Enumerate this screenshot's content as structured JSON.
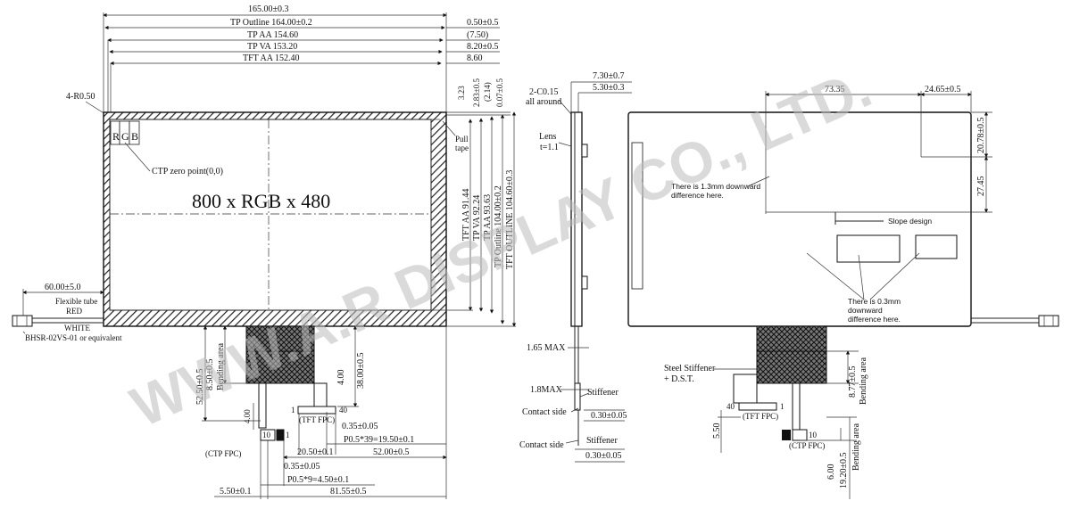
{
  "front_view": {
    "dim_overall": "165.00±0.3",
    "dim_tp_outline": "TP Outline 164.00±0.2",
    "dim_tp_aa": "TP AA 154.60",
    "dim_tp_va": "TP VA 153.20",
    "dim_tft_aa": "TFT AA 152.40",
    "dim_right_offsets": [
      "0.50±0.5",
      "(7.50)",
      "8.20±0.5",
      "8.60"
    ],
    "dim_vert_offsets": [
      "3.23",
      "2.83±0.5",
      "(2.14)",
      "0.07±0.5"
    ],
    "corner_radius": "4-R0.50",
    "rgb_letters": [
      "R",
      "G",
      "B"
    ],
    "ctp_zero": "CTP zero point(0,0)",
    "resolution": "800 x RGB x 480",
    "pull_tape": [
      "Pull",
      "tape"
    ],
    "vert_dims": [
      "TFT AA 91.44",
      "TP VA 92.24",
      "TP AA 93.63",
      "TP Outline 104.00±0.2",
      "TFT OUTLINE 104.60±0.3"
    ],
    "cable_len": "60.00±5.0",
    "flexible_tube": "Flexible tube",
    "red": "RED",
    "white": "WHITE",
    "connector": "BHSR-02VS-01  or equivalent",
    "fpc_dims_left": [
      "52.50±0.5",
      "8.50±0.5",
      "Bending area",
      "4.00"
    ],
    "fpc_dims_right": [
      "4.00",
      "38.00±0.5"
    ],
    "ctp_fpc_pins": [
      "10",
      "1"
    ],
    "tft_fpc_pins": [
      "1",
      "40"
    ],
    "tft_fpc_label": "(TFT FPC)",
    "ctp_fpc_label": "(CTP FPC)",
    "bottom_dims": [
      "0.35±0.05",
      "P0.5*39=19.50±0.1",
      "20.50±0.1",
      "52.00±0.5",
      "0.35±0.05",
      "P0.5*9=4.50±0.1",
      "5.50±0.1",
      "81.55±0.5"
    ]
  },
  "side_view": {
    "dims_top": [
      "7.30±0.7",
      "5.30±0.3"
    ],
    "chamfer": [
      "2-C0.15",
      "all around"
    ],
    "lens": [
      "Lens",
      "t=1.1"
    ],
    "max_165": "1.65 MAX",
    "max_18": "1.8MAX",
    "stiffener": "Stiffener",
    "contact_side": "Contact side",
    "thickness": "0.30±0.05"
  },
  "back_view": {
    "dims_top": [
      "73.35",
      "24.65±0.5"
    ],
    "dims_right": [
      "20.78±0.5",
      "27.45"
    ],
    "note_13": [
      "There is 1.3mm downward",
      "difference here."
    ],
    "slope": "Slope design",
    "note_03": [
      "There is 0.3mm",
      "downward",
      "difference here."
    ],
    "steel_stiffener": [
      "Steel Stiffener",
      "+ D.S.T."
    ],
    "bend_dims": [
      "8.77±0.5",
      "Bending area"
    ],
    "tft_pins": [
      "40",
      "1"
    ],
    "tft_fpc_label": "(TFT FPC)",
    "ctp_pins": [
      "1",
      "10"
    ],
    "ctp_fpc_label": "(CTP FPC)",
    "bottom_dims": [
      "5.50",
      "6.00",
      "19.20±0.5",
      "Bending area"
    ]
  },
  "watermark": "WWW.A.R DISPLAY CO., LTD."
}
